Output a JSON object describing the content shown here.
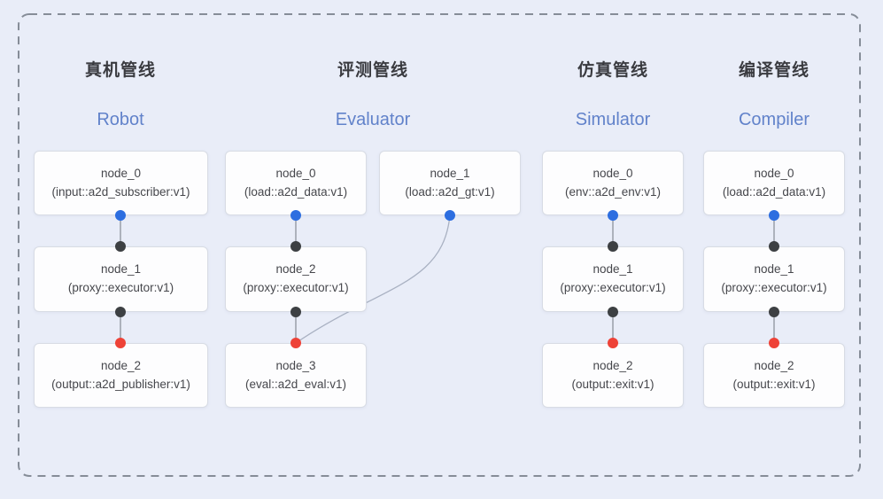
{
  "colors": {
    "background": "#e9edf8",
    "frame_dash": "#868d98",
    "box_fill": "#fdfdfe",
    "box_border": "#d8dce4",
    "title_text": "#3a3b40",
    "subtitle_text": "#6182ca",
    "node_text": "#46474c",
    "input_port_dot": "#2d6ee0",
    "mid_port_dot": "#3d4043",
    "output_port_dot": "#ee4237",
    "connector_line": "#8d929c",
    "cross_edge_curve": "#a9b1c2"
  },
  "pipelines": [
    {
      "title_zh": "真机管线",
      "title_en": "Robot",
      "nodes": [
        {
          "name": "node_0",
          "pkg": "(input::a2d_subscriber:v1)"
        },
        {
          "name": "node_1",
          "pkg": "(proxy::executor:v1)"
        },
        {
          "name": "node_2",
          "pkg": "(output::a2d_publisher:v1)"
        }
      ]
    },
    {
      "title_zh": "评测管线",
      "title_en": "Evaluator",
      "nodes": [
        {
          "name": "node_0",
          "pkg": "(load::a2d_data:v1)"
        },
        {
          "name": "node_1",
          "pkg": "(load::a2d_gt:v1)"
        },
        {
          "name": "node_2",
          "pkg": "(proxy::executor:v1)"
        },
        {
          "name": "node_3",
          "pkg": "(eval::a2d_eval:v1)"
        }
      ]
    },
    {
      "title_zh": "仿真管线",
      "title_en": "Simulator",
      "nodes": [
        {
          "name": "node_0",
          "pkg": "(env::a2d_env:v1)"
        },
        {
          "name": "node_1",
          "pkg": "(proxy::executor:v1)"
        },
        {
          "name": "node_2",
          "pkg": "(output::exit:v1)"
        }
      ]
    },
    {
      "title_zh": "编译管线",
      "title_en": "Compiler",
      "nodes": [
        {
          "name": "node_0",
          "pkg": "(load::a2d_data:v1)"
        },
        {
          "name": "node_1",
          "pkg": "(proxy::executor:v1)"
        },
        {
          "name": "node_2",
          "pkg": "(output::exit:v1)"
        }
      ]
    }
  ]
}
